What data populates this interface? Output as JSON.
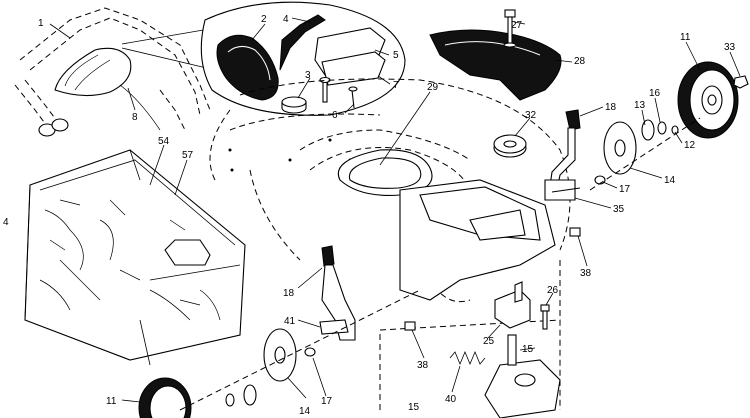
{
  "callouts": [
    {
      "id": "c1",
      "text": "1"
    },
    {
      "id": "c2",
      "text": "2"
    },
    {
      "id": "c3",
      "text": "3"
    },
    {
      "id": "c4top",
      "text": "4"
    },
    {
      "id": "c4left",
      "text": "4"
    },
    {
      "id": "c5",
      "text": "5"
    },
    {
      "id": "c6",
      "text": "6"
    },
    {
      "id": "c7",
      "text": "7"
    },
    {
      "id": "c8",
      "text": "8"
    },
    {
      "id": "c11a",
      "text": "11"
    },
    {
      "id": "c11b",
      "text": "11"
    },
    {
      "id": "c12",
      "text": "12"
    },
    {
      "id": "c13",
      "text": "13"
    },
    {
      "id": "c14a",
      "text": "14"
    },
    {
      "id": "c14b",
      "text": "14"
    },
    {
      "id": "c15a",
      "text": "15"
    },
    {
      "id": "c15b",
      "text": "15"
    },
    {
      "id": "c16",
      "text": "16"
    },
    {
      "id": "c17a",
      "text": "17"
    },
    {
      "id": "c17b",
      "text": "17"
    },
    {
      "id": "c18a",
      "text": "18"
    },
    {
      "id": "c18b",
      "text": "18"
    },
    {
      "id": "c25",
      "text": "25"
    },
    {
      "id": "c26",
      "text": "26"
    },
    {
      "id": "c27",
      "text": "27"
    },
    {
      "id": "c28",
      "text": "28"
    },
    {
      "id": "c29",
      "text": "29"
    },
    {
      "id": "c32",
      "text": "32"
    },
    {
      "id": "c33",
      "text": "33"
    },
    {
      "id": "c35",
      "text": "35"
    },
    {
      "id": "c38a",
      "text": "38"
    },
    {
      "id": "c38b",
      "text": "38"
    },
    {
      "id": "c40",
      "text": "40"
    },
    {
      "id": "c41",
      "text": "41"
    },
    {
      "id": "c54",
      "text": "54"
    },
    {
      "id": "c57",
      "text": "57"
    }
  ]
}
